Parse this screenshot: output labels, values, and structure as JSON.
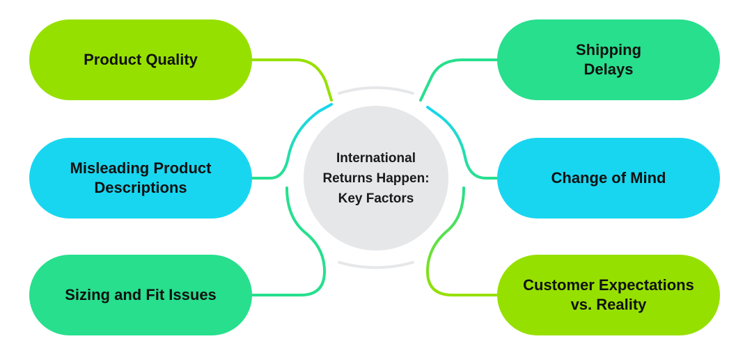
{
  "center": {
    "title": "International\nReturns Happen:\nKey Factors"
  },
  "factors": [
    {
      "label": "Product Quality",
      "color": "#96e000"
    },
    {
      "label": "Misleading Product\nDescriptions",
      "color": "#19d6f0"
    },
    {
      "label": "Sizing and Fit Issues",
      "color": "#27df8d"
    },
    {
      "label": "Shipping\nDelays",
      "color": "#27df8d"
    },
    {
      "label": "Change of Mind",
      "color": "#19d6f0"
    },
    {
      "label": "Customer Expectations\nvs. Reality",
      "color": "#96e000"
    }
  ],
  "colors": {
    "lime": "#96e000",
    "mint": "#27df8d",
    "cyan": "#19d6f0",
    "ring": "#e6e7e9"
  }
}
